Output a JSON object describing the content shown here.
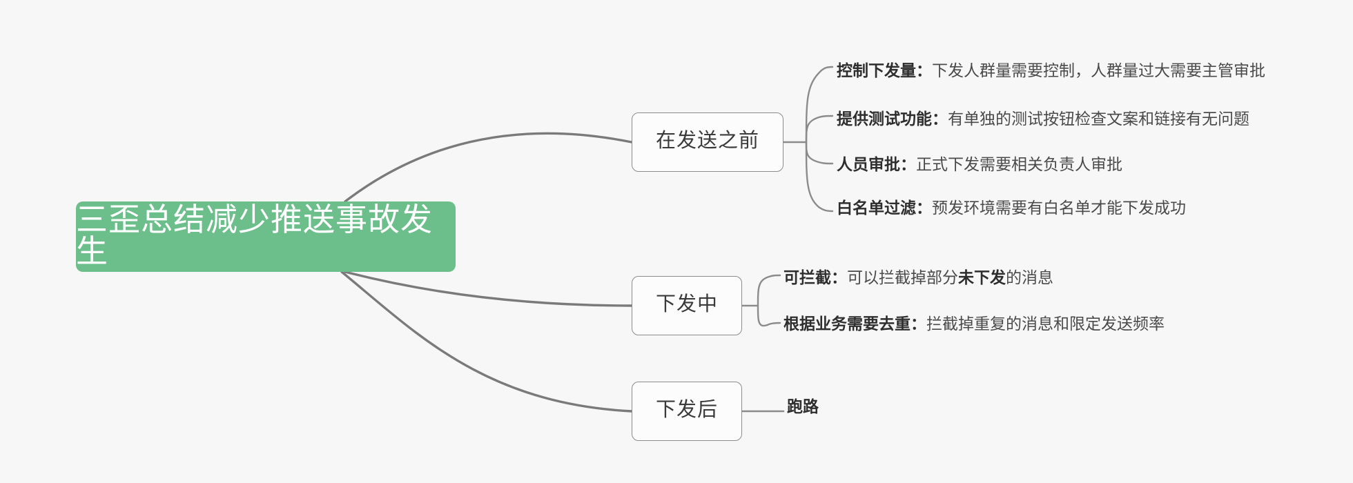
{
  "diagram": {
    "type": "mindmap",
    "title": "三歪总结减少推送事故发生",
    "background_color": "#f7f7f7",
    "root_color": "#6cbf8b",
    "line_color": "#7a7a7a",
    "root": {
      "label": "三歪总结减少推送事故发生"
    },
    "branches": [
      {
        "label": "在发送之前",
        "children": [
          {
            "lead": "控制下发量：",
            "body": "下发人群量需要控制，人群量过大需要主管审批"
          },
          {
            "lead": "提供测试功能：",
            "body": "有单独的测试按钮检查文案和链接有无问题"
          },
          {
            "lead": "人员审批：",
            "body": "正式下发需要相关负责人审批"
          },
          {
            "lead": "白名单过滤：",
            "body": "预发环境需要有白名单才能下发成功"
          }
        ]
      },
      {
        "label": "下发中",
        "children": [
          {
            "lead": "可拦截：",
            "body_pre": "可以拦截掉部分",
            "body_bold": "未下发",
            "body_post": "的消息"
          },
          {
            "lead": "根据业务需要去重：",
            "body": "拦截掉重复的消息和限定发送频率"
          }
        ]
      },
      {
        "label": "下发后",
        "children": [
          {
            "lead": "跑路",
            "body": ""
          }
        ]
      }
    ]
  }
}
